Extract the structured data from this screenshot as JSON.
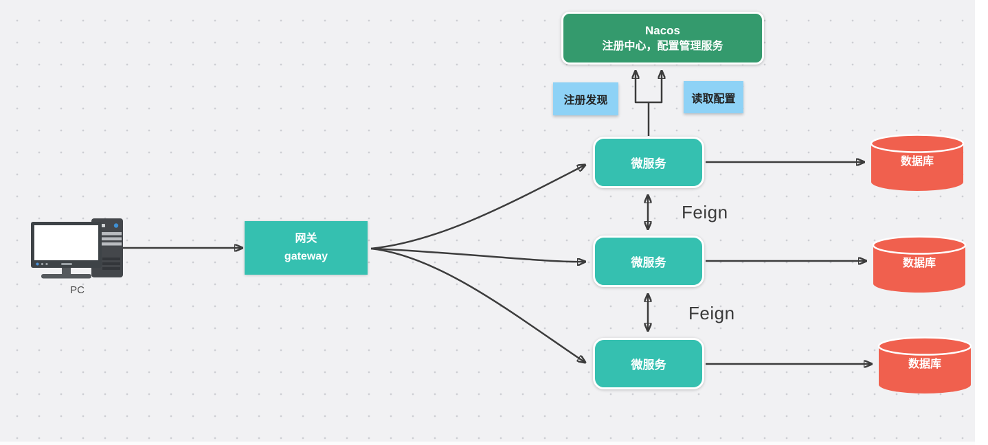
{
  "nacos": {
    "title": "Nacos",
    "subtitle": "注册中心，配置管理服务",
    "color": "#349a6d"
  },
  "annotations": {
    "register_discovery": "注册发现",
    "read_config": "读取配置",
    "label_background": "#8ed2f6",
    "feign_1": "Feign",
    "feign_2": "Feign"
  },
  "client": {
    "label": "PC"
  },
  "gateway": {
    "title": "网关",
    "subtitle": "gateway",
    "color": "#35c0b0"
  },
  "microservices": [
    {
      "label": "微服务"
    },
    {
      "label": "微服务"
    },
    {
      "label": "微服务"
    }
  ],
  "databases": [
    {
      "label": "数据库"
    },
    {
      "label": "数据库"
    },
    {
      "label": "数据库"
    }
  ],
  "colors": {
    "teal": "#35c0b0",
    "green": "#349a6d",
    "coral": "#f0604e",
    "light_blue": "#8ed2f6",
    "arrow": "#3c3c3c",
    "background": "#f1f1f3"
  }
}
